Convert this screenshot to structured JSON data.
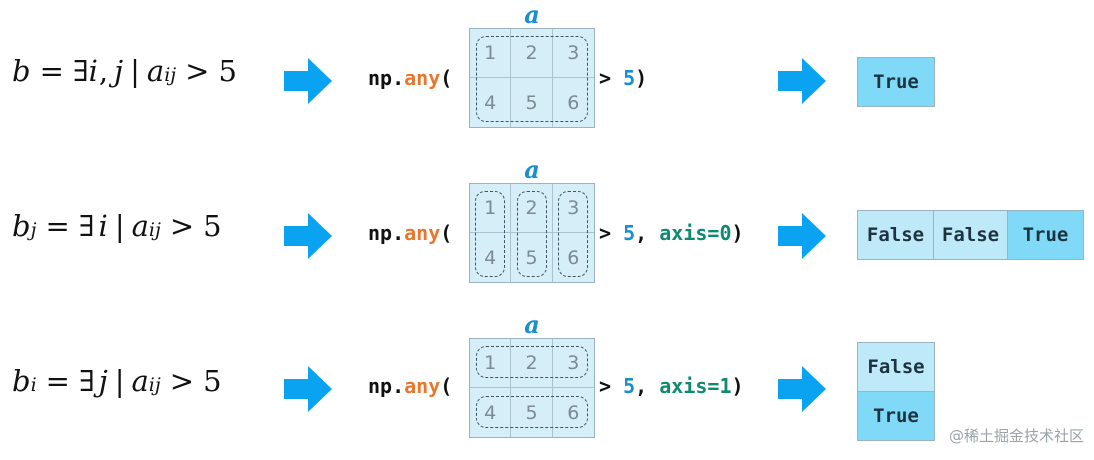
{
  "array_label": "a",
  "cells": [
    "1",
    "2",
    "3",
    "4",
    "5",
    "6"
  ],
  "code": {
    "prefix": "np.",
    "func": "any",
    "open": "(",
    "cmp": "> ",
    "num": "5",
    "close": ")",
    "sep": ", "
  },
  "rows": [
    {
      "formula": {
        "lhs": "b",
        "lhs_sub": "",
        "quant": "∃",
        "vars": "i",
        "vars2": "j",
        "arr": "a",
        "arr_sub": "ij",
        "gt": ">",
        "val": "5"
      },
      "axis_text": "",
      "results": [
        "True"
      ]
    },
    {
      "formula": {
        "lhs": "b",
        "lhs_sub": "j",
        "quant": "∃",
        "vars": "i",
        "vars2": "",
        "arr": "a",
        "arr_sub": "ij",
        "gt": ">",
        "val": "5"
      },
      "axis_text": "axis=0",
      "results": [
        "False",
        "False",
        "True"
      ]
    },
    {
      "formula": {
        "lhs": "b",
        "lhs_sub": "i",
        "quant": "∃",
        "vars": "j",
        "vars2": "",
        "arr": "a",
        "arr_sub": "ij",
        "gt": ">",
        "val": "5"
      },
      "axis_text": "axis=1",
      "results": [
        "False",
        "True"
      ]
    }
  ],
  "colors": {
    "arrow": "#0aa3f2",
    "matrix_fill": "#d6eef8",
    "true_fill": "#7fd9f7",
    "false_fill": "#bde9f8",
    "func": "#e8772e",
    "number": "#1a8fd0",
    "keyword": "#0e8a6e"
  },
  "watermark": "@稀土掘金技术社区"
}
